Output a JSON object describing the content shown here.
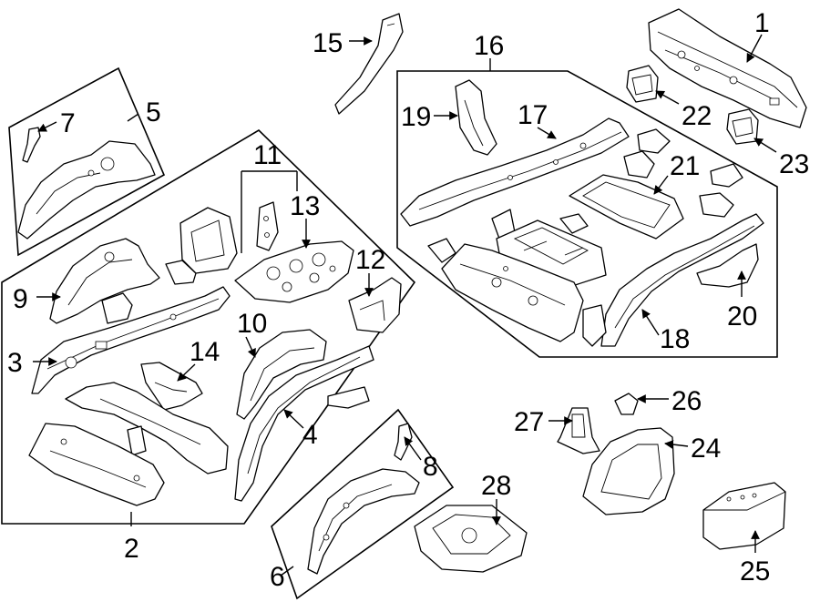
{
  "diagram": {
    "callouts": [
      {
        "id": "c1",
        "text": "1"
      },
      {
        "id": "c2",
        "text": "2"
      },
      {
        "id": "c3",
        "text": "3"
      },
      {
        "id": "c4",
        "text": "4"
      },
      {
        "id": "c5",
        "text": "5"
      },
      {
        "id": "c6",
        "text": "6"
      },
      {
        "id": "c7",
        "text": "7"
      },
      {
        "id": "c8",
        "text": "8"
      },
      {
        "id": "c9",
        "text": "9"
      },
      {
        "id": "c10",
        "text": "10"
      },
      {
        "id": "c11",
        "text": "11"
      },
      {
        "id": "c12",
        "text": "12"
      },
      {
        "id": "c13",
        "text": "13"
      },
      {
        "id": "c14",
        "text": "14"
      },
      {
        "id": "c15",
        "text": "15"
      },
      {
        "id": "c16",
        "text": "16"
      },
      {
        "id": "c17",
        "text": "17"
      },
      {
        "id": "c18",
        "text": "18"
      },
      {
        "id": "c19",
        "text": "19"
      },
      {
        "id": "c20",
        "text": "20"
      },
      {
        "id": "c21",
        "text": "21"
      },
      {
        "id": "c22",
        "text": "22"
      },
      {
        "id": "c23",
        "text": "23"
      },
      {
        "id": "c24",
        "text": "24"
      },
      {
        "id": "c25",
        "text": "25"
      },
      {
        "id": "c26",
        "text": "26"
      },
      {
        "id": "c27",
        "text": "27"
      },
      {
        "id": "c28",
        "text": "28"
      }
    ]
  }
}
